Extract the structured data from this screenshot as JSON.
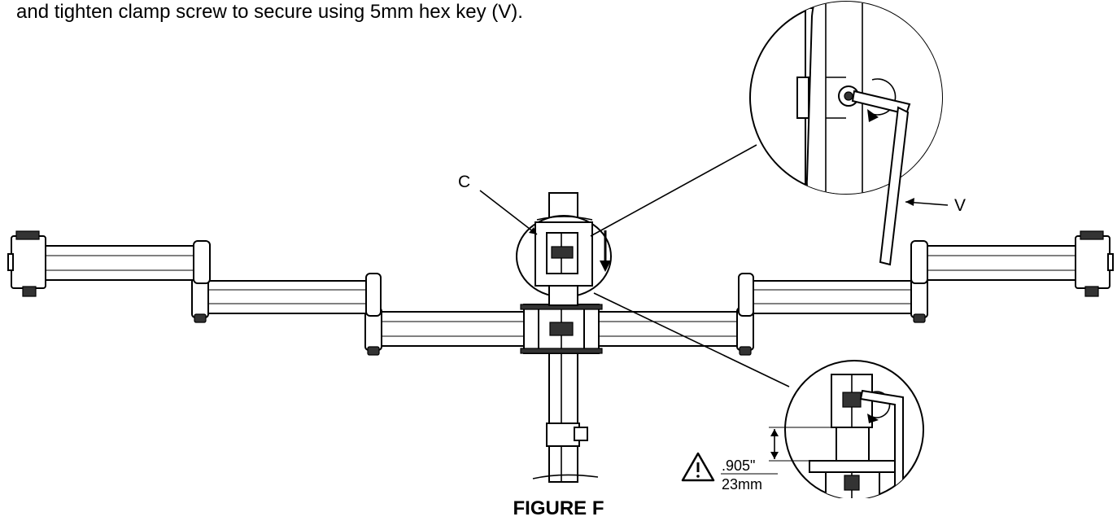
{
  "instruction": {
    "text": "and tighten clamp screw to secure using 5mm hex key (V)."
  },
  "callouts": {
    "clamp_label": "C",
    "hex_key_label": "V"
  },
  "dimension": {
    "imperial": ".905\"",
    "metric": "23mm",
    "warning_icon": "warning-triangle-icon"
  },
  "caption": "FIGURE F"
}
